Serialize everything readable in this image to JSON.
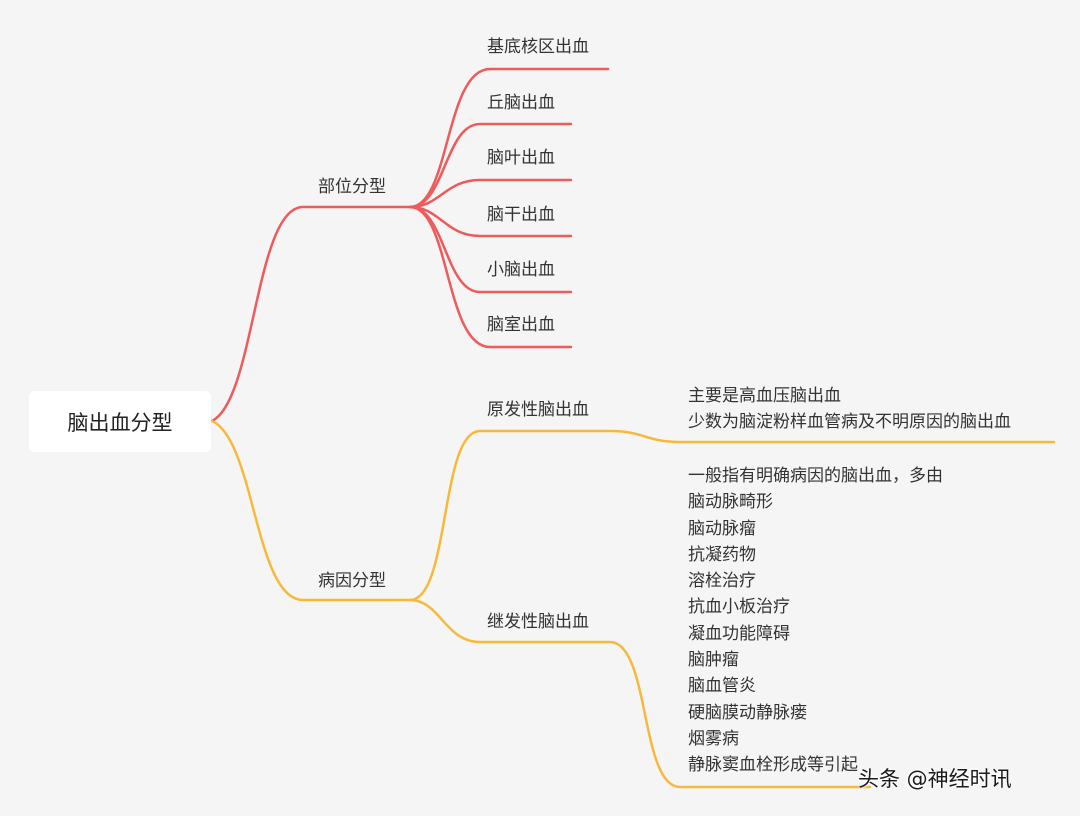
{
  "colors": {
    "location_branch": "#ef5a5a",
    "cause_branch": "#f6b93b",
    "background": "#f5f5f5"
  },
  "root": {
    "label": "脑出血分型"
  },
  "location": {
    "label": "部位分型",
    "items": [
      "基底核区出血",
      "丘脑出血",
      "脑叶出血",
      "脑干出血",
      "小脑出血",
      "脑室出血"
    ]
  },
  "cause": {
    "label": "病因分型",
    "primary": {
      "label": "原发性脑出血",
      "notes": [
        "主要是高血压脑出血",
        "少数为脑淀粉样血管病及不明原因的脑出血"
      ]
    },
    "secondary": {
      "label": "继发性脑出血",
      "notes": [
        "一般指有明确病因的脑出血，多由",
        "脑动脉畸形",
        "脑动脉瘤",
        "抗凝药物",
        "溶栓治疗",
        "抗血小板治疗",
        "凝血功能障碍",
        "脑肿瘤",
        "脑血管炎",
        "硬脑膜动静脉瘘",
        "烟雾病",
        "静脉窦血栓形成等引起"
      ]
    }
  },
  "watermark": "头条 @神经时讯"
}
